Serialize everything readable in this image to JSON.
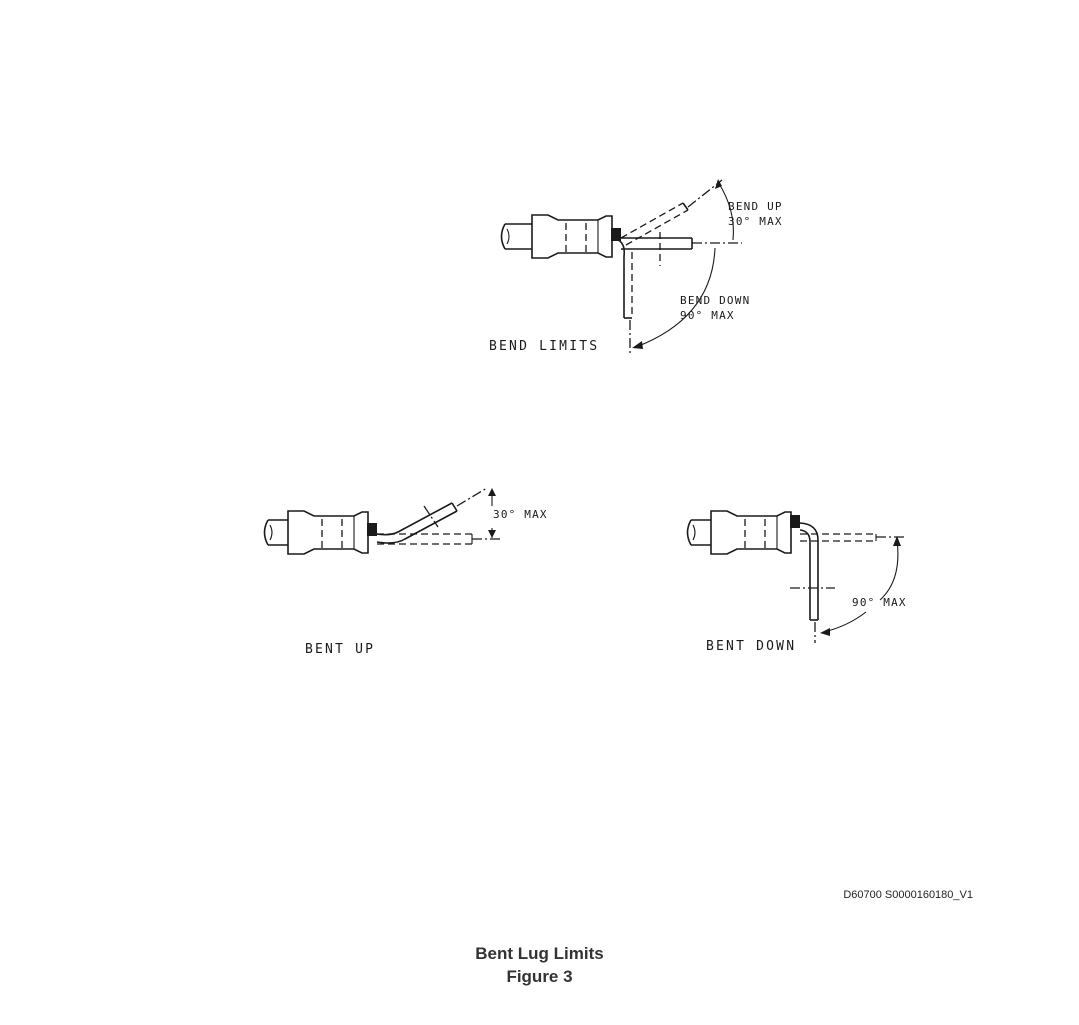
{
  "diagram": {
    "top": {
      "caption": "BEND LIMITS",
      "bend_up_line1": "BEND UP",
      "bend_up_line2": "30° MAX",
      "bend_down_line1": "BEND DOWN",
      "bend_down_line2": "90° MAX"
    },
    "bent_up": {
      "caption": "BENT UP",
      "angle": "30° MAX"
    },
    "bent_down": {
      "caption": "BENT DOWN",
      "angle": "90° MAX"
    }
  },
  "doc_id": "D60700 S0000160180_V1",
  "caption": {
    "title": "Bent Lug Limits",
    "figure": "Figure 3"
  }
}
